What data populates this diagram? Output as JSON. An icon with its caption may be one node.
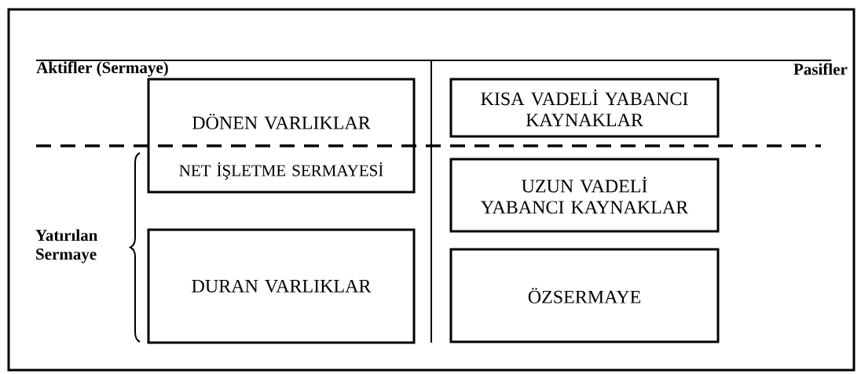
{
  "diagram": {
    "nodes": [
      {
        "text": [
          "DÖNEN VARLIKLAR",
          "NET İŞLETME SERMAYESİ"
        ]
      },
      {
        "text": [
          "DURAN VARLIKLAR"
        ]
      },
      {
        "text": [
          "KISA VADELİ YABANCI KAYNAKLAR"
        ]
      },
      {
        "text": [
          "UZUN VADELİ YABANCI KAYNAKLAR"
        ]
      },
      {
        "text": [
          "ÖZSERMAYE"
        ]
      }
    ],
    "labels": [
      "Aktifler (Sermaye)",
      "Pasifler",
      "Yatırılan Sermaye"
    ]
  }
}
